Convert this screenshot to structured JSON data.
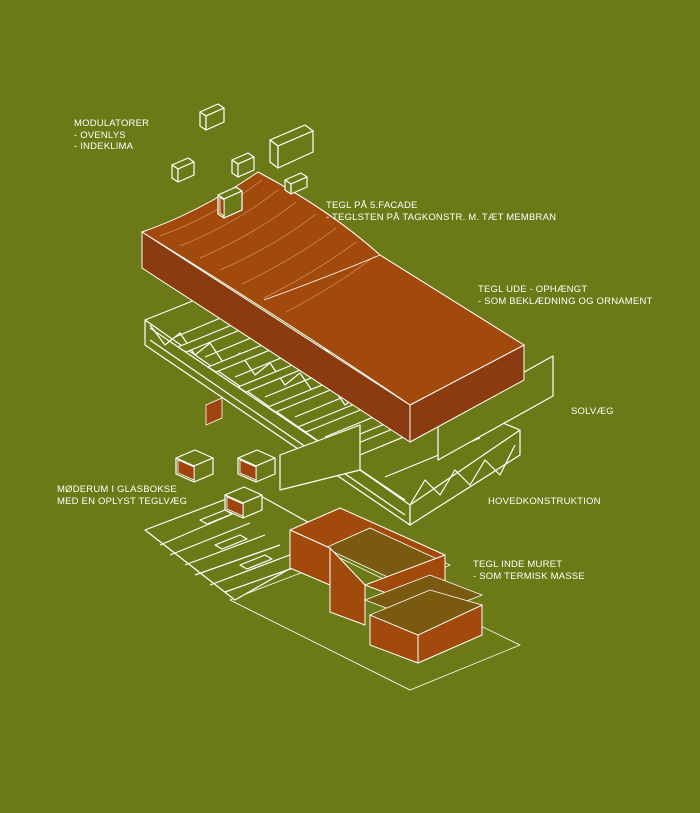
{
  "labels": {
    "modulatorer": {
      "title": "MODULATORER",
      "lines": [
        "- OVENLYS",
        "- INDEKLIMA"
      ]
    },
    "tegl_facade": {
      "title": "TEGL PÅ 5.FACADE",
      "lines": [
        "- TEGLSTEN PÅ TAGKONSTR. M. TÆT MEMBRAN"
      ]
    },
    "tegl_ude": {
      "title": "TEGL UDE  - OPHÆNGT",
      "lines": [
        "- SOM BEKLÆDNING OG ORNAMENT"
      ]
    },
    "solvaeg": {
      "title": "SOLVÆG"
    },
    "moederum": {
      "title": "MØDERUM I GLASBOKSE",
      "lines": [
        "MED EN OPLYST TEGLVÆG"
      ]
    },
    "hovedkonstruktion": {
      "title": "HOVEDKONSTRUKTION"
    },
    "tegl_inde": {
      "title": "TEGL INDE MURET",
      "lines": [
        "- SOM TERMISK MASSE"
      ]
    }
  },
  "colors": {
    "background": "#6b7a16",
    "brick": "#a24a0c",
    "line": "#ffffff"
  }
}
